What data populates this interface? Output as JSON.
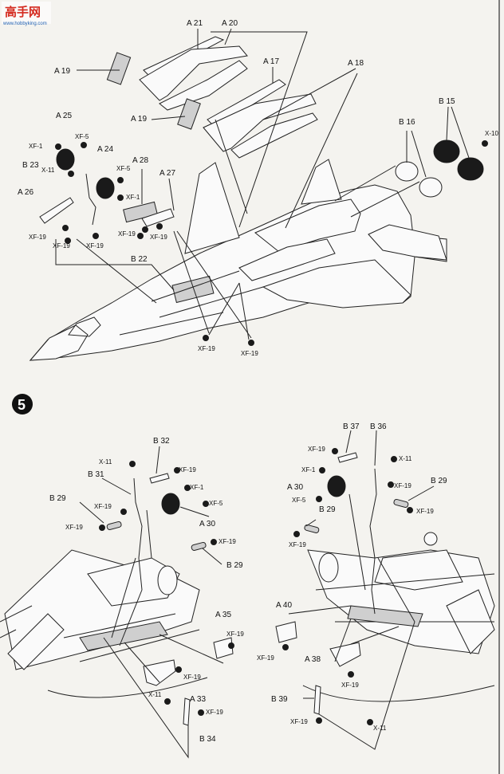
{
  "watermark": {
    "brand": "高手网",
    "url": "www.hobbyking.com"
  },
  "step5": {
    "number": "5"
  },
  "upper_labels": {
    "A21": "A 21",
    "A20": "A 20",
    "A19a": "A 19",
    "A17": "A 17",
    "A19b": "A 19",
    "A18": "A 18",
    "A25": "A 25",
    "XF1a": "XF-1",
    "XF5a": "XF-5",
    "X11a": "X-11",
    "A24": "A 24",
    "B23": "B 23",
    "A28": "A 28",
    "XF5b": "XF-5",
    "XF1b": "XF-1",
    "A27": "A 27",
    "A26": "A 26",
    "XF19a": "XF-19",
    "XF19b": "XF-19",
    "XF19c": "XF-19",
    "XF19d": "XF-19",
    "XF19e": "XF-19",
    "B22": "B 22",
    "B16": "B 16",
    "B15": "B 15",
    "X10": "X-10",
    "XF19f": "XF-19",
    "XF19g": "XF-19"
  },
  "left_labels": {
    "B32": "B 32",
    "X11": "X-11",
    "XF19a": "XF-19",
    "B31": "B 31",
    "XF1": "XF-1",
    "XF5": "XF-5",
    "B29a": "B 29",
    "XF19b": "XF-19",
    "XF19c": "XF-19",
    "A30": "A 30",
    "XF19d": "XF-19",
    "B29b": "B 29",
    "A35": "A 35",
    "XF19e": "XF-19",
    "XF19f": "XF-19",
    "X11b": "X-11",
    "XF19g": "XF-19",
    "A33": "A 33",
    "B34": "B 34"
  },
  "right_labels": {
    "B37": "B 37",
    "B36": "B 36",
    "XF19a": "XF-19",
    "X11": "X-11",
    "XF1": "XF-1",
    "A30": "A 30",
    "XF19b": "XF-19",
    "XF5": "XF-5",
    "B29a": "B 29",
    "B29b": "B 29",
    "XF19c": "XF-19",
    "XF19d": "XF-19",
    "A40": "A 40",
    "XF19e": "XF-19",
    "A38": "A 38",
    "XF19f": "XF-19",
    "B39": "B 39",
    "XF19g": "XF-19",
    "X11b": "X-11"
  },
  "colors": {
    "paper": "#f4f3ef",
    "ink": "#222222",
    "watermark_red": "#d42a1f",
    "watermark_blue": "#1f5fb0"
  }
}
